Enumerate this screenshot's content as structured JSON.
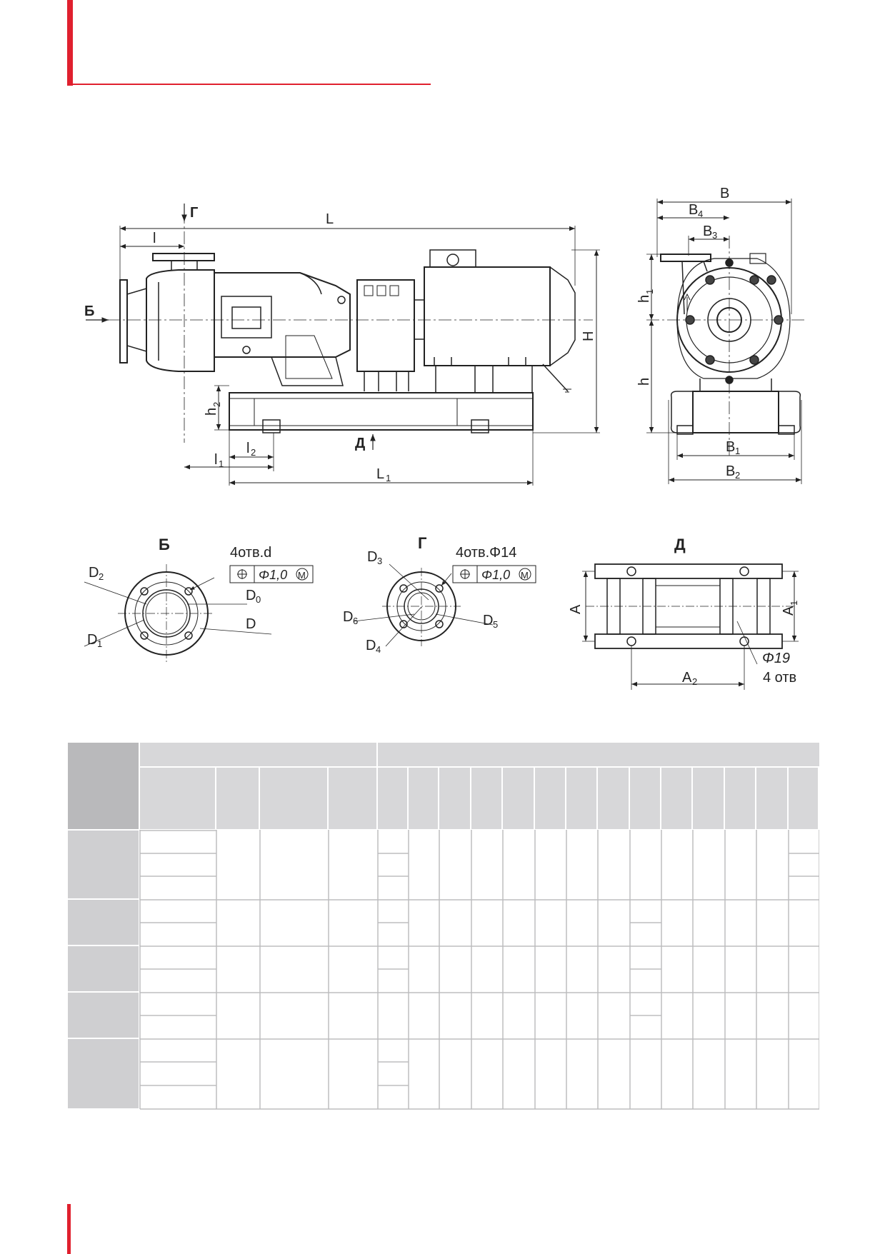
{
  "accent_color": "#e0202e",
  "drawing": {
    "main_view": {
      "L": "L",
      "l": "l",
      "G_arrow": "Г",
      "B_arrow": "Б",
      "H": "H",
      "h2": "h",
      "h2_sub": "2",
      "D_arrow": "Д",
      "l2": "l",
      "l2_sub": "2",
      "l1": "l",
      "l1_sub": "1",
      "L1": "L",
      "L1_sub": "1"
    },
    "side_view": {
      "B": "B",
      "B4": "B",
      "B4_sub": "4",
      "B3": "B",
      "B3_sub": "3",
      "h1": "h",
      "h1_sub": "1",
      "h": "h",
      "B1": "B",
      "B1_sub": "1",
      "B2": "B",
      "B2_sub": "2"
    },
    "view_B": {
      "title": "Б",
      "holes": "4отв.d",
      "tolerance": "Φ1,0",
      "tolerance_mark": "M",
      "D2": "D",
      "D2_sub": "2",
      "D0": "D",
      "D0_sub": "0",
      "D": "D",
      "D1": "D",
      "D1_sub": "1"
    },
    "view_G": {
      "title": "Г",
      "holes": "4отв.Φ14",
      "tolerance": "Φ1,0",
      "tolerance_mark": "M",
      "D3": "D",
      "D3_sub": "3",
      "D6": "D",
      "D6_sub": "6",
      "D5": "D",
      "D5_sub": "5",
      "D4": "D",
      "D4_sub": "4"
    },
    "view_D": {
      "title": "Д",
      "A": "A",
      "A1": "A",
      "A1_sub": "1",
      "A2": "A",
      "A2_sub": "2",
      "hole_dia": "Φ19",
      "hole_count": "4 отв"
    }
  }
}
